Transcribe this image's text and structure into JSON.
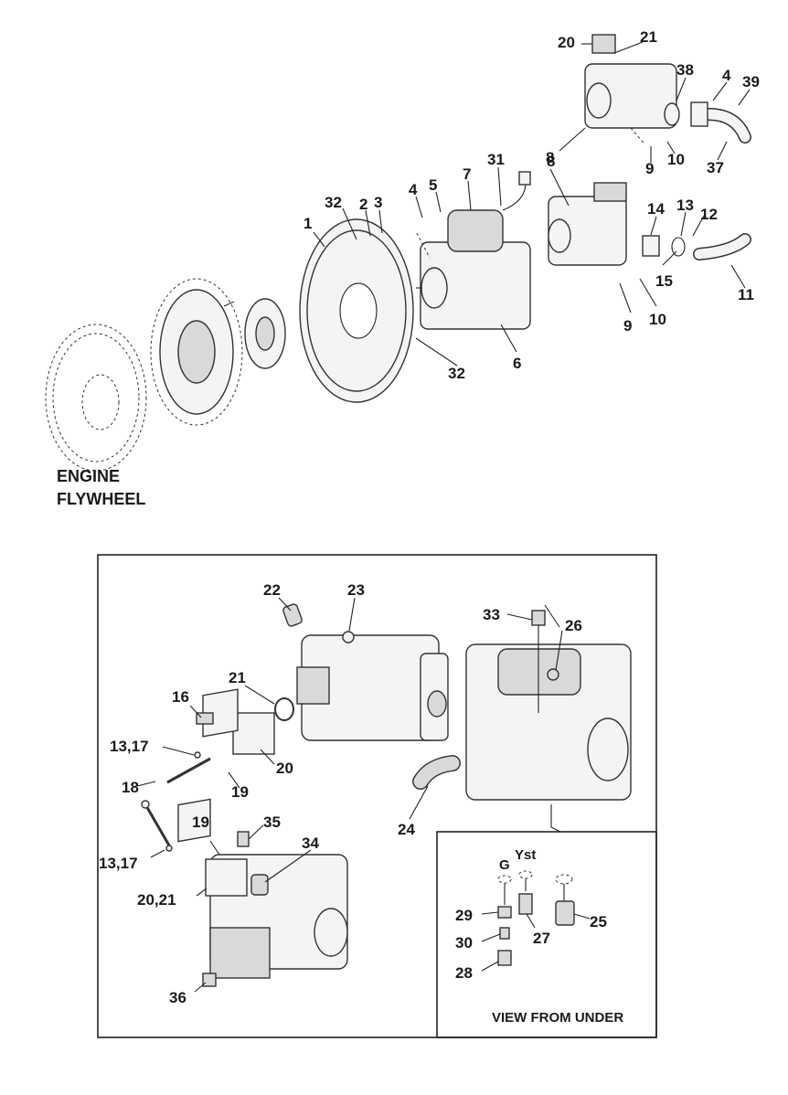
{
  "labels": {
    "engine_flywheel_line1": "ENGINE",
    "engine_flywheel_line2": "FLYWHEEL",
    "view_from_under": "VIEW FROM UNDER",
    "port_g": "G",
    "port_yst": "Yst"
  },
  "callouts": [
    "1",
    "2",
    "3",
    "4",
    "5",
    "6",
    "7",
    "8",
    "9",
    "10",
    "11",
    "12",
    "13",
    "14",
    "15",
    "21",
    "20",
    "4",
    "31",
    "32",
    "32",
    "37",
    "38",
    "39",
    "8",
    "9",
    "10",
    "16",
    "13,17",
    "18",
    "13,17",
    "19",
    "19",
    "20",
    "20,21",
    "21",
    "22",
    "23",
    "24",
    "25",
    "26",
    "27",
    "28",
    "29",
    "30",
    "33",
    "34",
    "35",
    "36"
  ],
  "colors": {
    "ink": "#1a1a1a",
    "part_fill": "#f4f4f4",
    "shade": "#d9d9d9"
  }
}
